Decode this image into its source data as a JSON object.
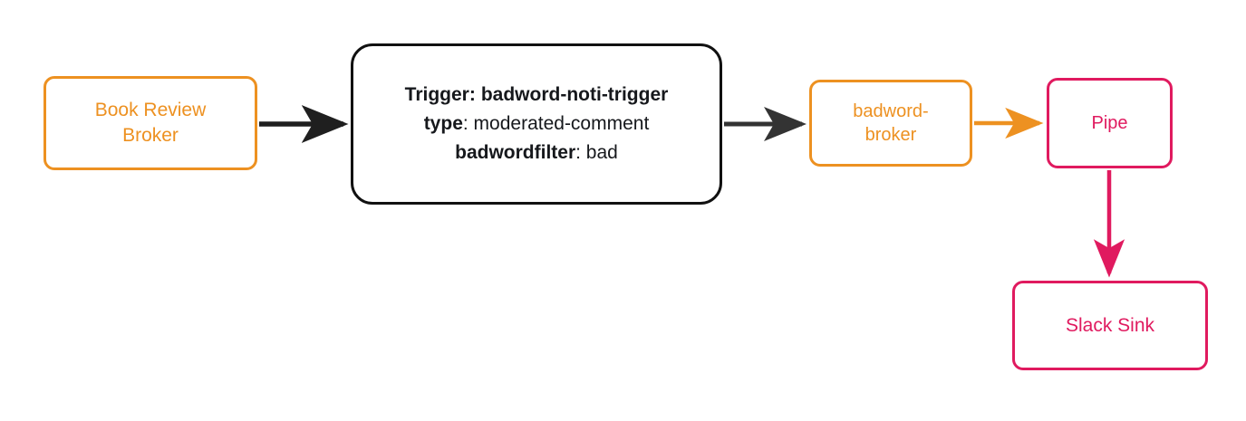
{
  "diagram": {
    "type": "flowchart",
    "direction": "left-to-right",
    "background": "#ffffff",
    "colors": {
      "orange": "#ED9121",
      "crimson": "#E01A5F",
      "black": "#111111",
      "arrow_dark": "#333333"
    },
    "nodes": [
      {
        "id": "book-review-broker",
        "label": "Book Review\nBroker",
        "shape": "rounded-rect",
        "color": "#ED9121"
      },
      {
        "id": "trigger",
        "shape": "rounded-rect",
        "color": "#111111",
        "lines": [
          {
            "key": "Trigger:",
            "value": "badword-noti-trigger",
            "value_bold": true
          },
          {
            "key": "type",
            "value": ": moderated-comment",
            "value_bold": false
          },
          {
            "key": "badwordfilter",
            "value": ": bad",
            "value_bold": false
          }
        ]
      },
      {
        "id": "badword-broker",
        "label": "badword-\nbroker",
        "shape": "rounded-rect",
        "color": "#ED9121"
      },
      {
        "id": "pipe",
        "label": "Pipe",
        "shape": "rounded-rect",
        "color": "#E01A5F"
      },
      {
        "id": "slack-sink",
        "label": "Slack Sink",
        "shape": "rounded-rect",
        "color": "#E01A5F"
      }
    ],
    "edges": [
      {
        "id": "edge-broker-to-trigger",
        "from": "book-review-broker",
        "to": "trigger",
        "color": "#1a1a1a",
        "arrow": "solid-triangle"
      },
      {
        "id": "edge-trigger-to-badword-broker",
        "from": "trigger",
        "to": "badword-broker",
        "color": "#333333",
        "arrow": "solid-triangle"
      },
      {
        "id": "edge-badword-broker-to-pipe",
        "from": "badword-broker",
        "to": "pipe",
        "color": "#ED9121",
        "arrow": "solid-triangle"
      },
      {
        "id": "edge-pipe-to-slack-sink",
        "from": "pipe",
        "to": "slack-sink",
        "color": "#E01A5F",
        "arrow": "solid-triangle"
      }
    ]
  }
}
